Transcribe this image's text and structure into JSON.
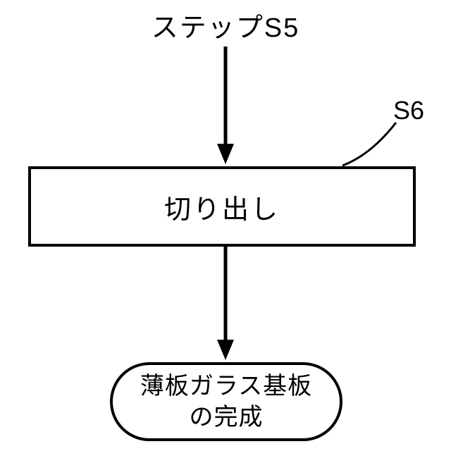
{
  "diagram": {
    "step_label": "ステップS5",
    "s6_label": "S6",
    "process_box_label": "切り出し",
    "terminal_line1": "薄板ガラス基板",
    "terminal_line2": "の完成",
    "line_color": "#000000",
    "background_color": "#ffffff"
  }
}
